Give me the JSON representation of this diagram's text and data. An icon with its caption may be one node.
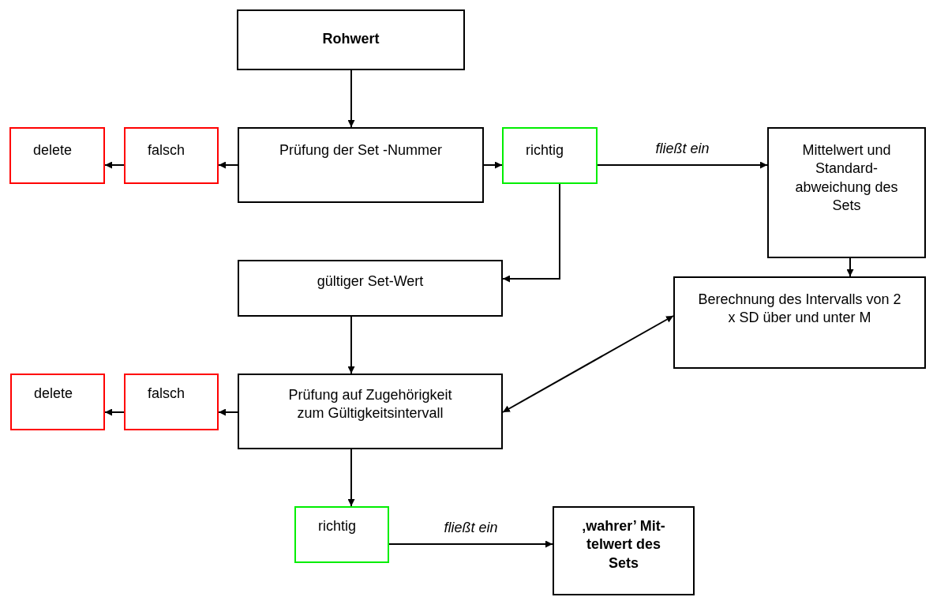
{
  "diagram": {
    "nodes": [
      {
        "text": [
          "Rohwert"
        ]
      },
      {
        "text": [
          "Prüfung der Set -Nummer"
        ]
      },
      {
        "text": [
          "falsch"
        ]
      },
      {
        "text": [
          "delete"
        ]
      },
      {
        "text": [
          "richtig"
        ]
      },
      {
        "text": [
          "Mittelwert und Standard-abweichung des Sets"
        ]
      },
      {
        "text": [
          "gültiger Set-Wert"
        ]
      },
      {
        "text": [
          "Berechnung des Intervalls von 2 x SD über und unter M"
        ]
      },
      {
        "text": [
          "Prüfung auf Zugehörigkeit zum Gültigkeitsintervall"
        ]
      },
      {
        "text": [
          "falsch"
        ]
      },
      {
        "text": [
          "delete"
        ]
      },
      {
        "text": [
          "richtig"
        ]
      },
      {
        "text": [
          "‚wahrer’ Mit-telwert des Sets"
        ]
      }
    ],
    "edges": [
      {
        "from": 0,
        "to": 1,
        "arrow": "to"
      },
      {
        "from": 1,
        "to": 2,
        "arrow": "to"
      },
      {
        "from": 2,
        "to": 3,
        "arrow": "to"
      },
      {
        "from": 1,
        "to": 4,
        "arrow": "to"
      },
      {
        "from": 4,
        "to": 5,
        "arrow": "to",
        "label": "fließt ein"
      },
      {
        "from": 4,
        "to": 6,
        "arrow": "to"
      },
      {
        "from": 5,
        "to": 7,
        "arrow": "to"
      },
      {
        "from": 6,
        "to": 8,
        "arrow": "to"
      },
      {
        "from": 7,
        "to": 8,
        "arrow": "both"
      },
      {
        "from": 8,
        "to": 9,
        "arrow": "to"
      },
      {
        "from": 9,
        "to": 10,
        "arrow": "to"
      },
      {
        "from": 8,
        "to": 11,
        "arrow": "to"
      },
      {
        "from": 11,
        "to": 12,
        "arrow": "to",
        "label": "fließt ein"
      }
    ]
  }
}
